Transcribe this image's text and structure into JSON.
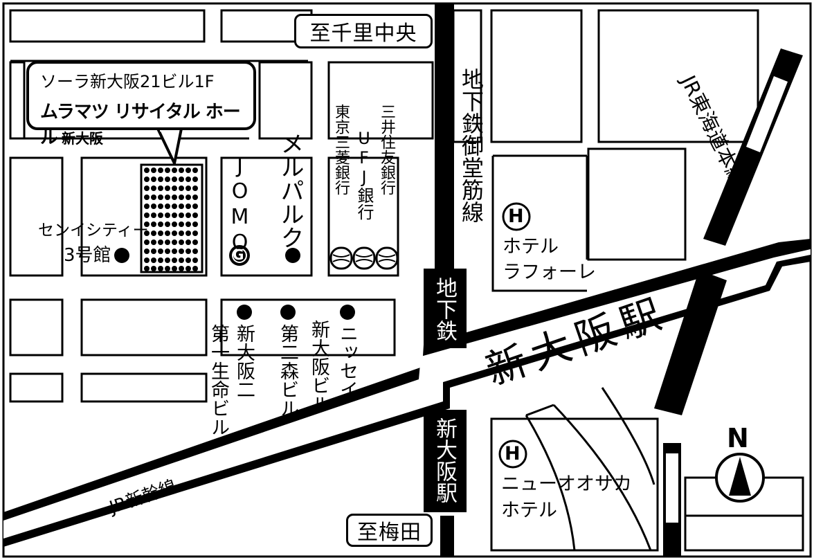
{
  "map": {
    "colors": {
      "ink": "#000000",
      "paper": "#ffffff"
    },
    "destinations": {
      "north": "至千里中央",
      "south": "至梅田"
    },
    "venue": {
      "building": "ソーラ新大阪21ビル1F",
      "name": "ムラマツ リサイタル ホール",
      "branch": "新大阪"
    },
    "railways": {
      "tokaido": "JR東海道本線",
      "shinkansen": "JR新幹線",
      "midosuji": "地下鉄御堂筋線"
    },
    "stations": {
      "shin_osaka": "新大阪駅",
      "subway_prefix": "地下鉄",
      "subway_station": "新大阪駅"
    },
    "landmarks": {
      "sen_i_city": {
        "line1": "センイシティー",
        "line2": "3号館"
      },
      "jomo": "JOMO",
      "jomo_icon_letter": "G",
      "mel_parque": "メルパルク",
      "tokyo_mitsubishi": "東京三菱銀行",
      "ufj": "UFJ銀行",
      "mitsui_sumitomo": "三井住友銀行",
      "dai_ichi_seimei": "第一生命ビル",
      "shin_osaka_ni": "新大阪二",
      "dai_ni_mori": "第二森ビル",
      "shin_osaka_building": "新大阪ビル",
      "nissei": "ニッセイ"
    },
    "hotels": {
      "hotel_icon_letter": "H",
      "laforet": {
        "line1": "ホテル",
        "line2": "ラフォーレ"
      },
      "new_otani": {
        "line1": "ニューオオサカ",
        "line2": "ホテル"
      }
    },
    "compass": {
      "label": "N"
    }
  }
}
